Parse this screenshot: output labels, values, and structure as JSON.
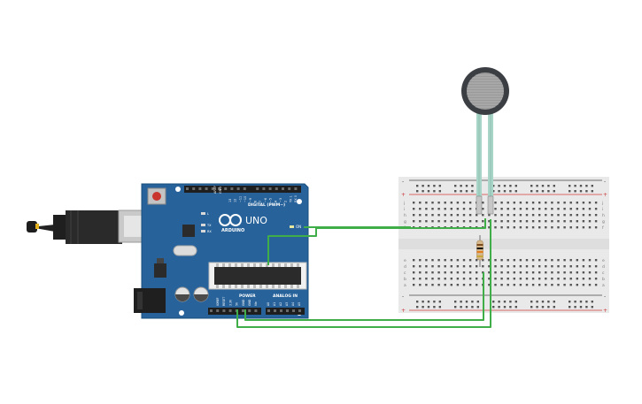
{
  "arduino": {
    "brand": "ARDUINO",
    "model": "UNO",
    "digital_label": "DIGITAL (PWM~)",
    "power_label": "POWER",
    "analog_label": "ANALOG IN",
    "on_label": "ON",
    "tx_label": "TX",
    "rx_label": "RX",
    "l_label": "L",
    "aref_label": "AREF",
    "gnd_label": "GND",
    "digital_pins": [
      "13",
      "12",
      "~11",
      "~10",
      "~9",
      "8",
      "7",
      "~6",
      "~5",
      "4",
      "~3",
      "2",
      "TX 1",
      "RX 0"
    ],
    "power_pins": [
      "IOREF",
      "RESET",
      "3.3V",
      "5V",
      "GND",
      "GND",
      "Vin"
    ],
    "analog_pins": [
      "A0",
      "A1",
      "A2",
      "A3",
      "A4",
      "A5"
    ]
  },
  "breadboard": {
    "row_letters_top": [
      "j",
      "i",
      "h",
      "g",
      "f"
    ],
    "row_letters_bottom": [
      "e",
      "d",
      "c",
      "b",
      "a"
    ],
    "rail_plus": "+",
    "rail_minus": "-",
    "columns": 30
  },
  "colors": {
    "board": "#27629a",
    "board_edge": "#1b4f7f",
    "wire": "#3fae49",
    "breadboard": "#e9e9e9",
    "rail_red": "#d33a3a",
    "rail_dark": "#444444",
    "sensor_ring": "#3b3f44",
    "sensor_leg": "#a8d5c7"
  }
}
